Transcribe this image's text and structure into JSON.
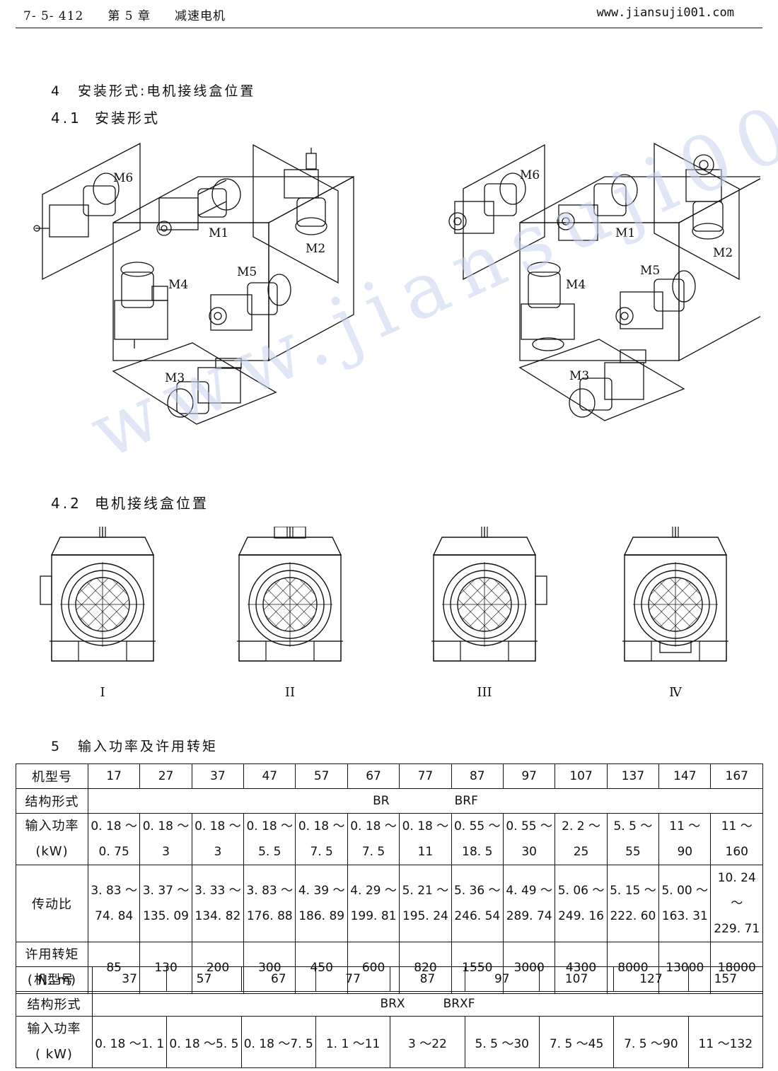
{
  "header": {
    "page_no": "7- 5- 412",
    "chapter": "第 5 章",
    "chapter_title": "减速电机",
    "site": "www.jiansuji001.com"
  },
  "section4": {
    "num": "4",
    "title": "安装形式:电机接线盒位置"
  },
  "section41": {
    "num": "4.1",
    "title": "安装形式"
  },
  "positions": {
    "m1": "M1",
    "m2": "M2",
    "m3": "M3",
    "m4": "M4",
    "m5": "M5",
    "m6": "M6"
  },
  "section42": {
    "num": "4.2",
    "title": "电机接线盒位置"
  },
  "terminal_positions": [
    "I",
    "II",
    "III",
    "Ⅳ"
  ],
  "watermark": "www.jiansuji001.com",
  "section5": {
    "num": "5",
    "title": "输入功率及许用转矩"
  },
  "table1": {
    "row_labels": {
      "model": "机型号",
      "structure": "结构形式",
      "power_1": "输入功率",
      "power_2": "(kW)",
      "ratio": "传动比",
      "torque_1": "许用转矩",
      "torque_2": "( N. m)"
    },
    "models": [
      "17",
      "27",
      "37",
      "47",
      "57",
      "67",
      "77",
      "87",
      "97",
      "107",
      "137",
      "147",
      "167"
    ],
    "structure_a": "BR",
    "structure_b": "BRF",
    "power_min": [
      "0. 18 ～",
      "0. 18 ～",
      "0. 18 ～",
      "0. 18 ～",
      "0. 18 ～",
      "0. 18 ～",
      "0. 18 ～",
      "0. 55 ～",
      "0. 55 ～",
      "2. 2 ～",
      "5. 5 ～",
      "11 ～",
      "11 ～"
    ],
    "power_max": [
      "0. 75",
      "3",
      "3",
      "5. 5",
      "7. 5",
      "7. 5",
      "11",
      "18. 5",
      "30",
      "25",
      "55",
      "90",
      "160"
    ],
    "ratio_min": [
      "3. 83 ～",
      "3. 37 ～",
      "3. 33 ～",
      "3. 83 ～",
      "4. 39 ～",
      "4. 29 ～",
      "5. 21 ～",
      "5. 36 ～",
      "4. 49 ～",
      "5. 06 ～",
      "5. 15 ～",
      "5. 00 ～",
      "10. 24 ～"
    ],
    "ratio_max": [
      "74. 84",
      "135. 09",
      "134. 82",
      "176. 88",
      "186. 89",
      "199. 81",
      "195. 24",
      "246. 54",
      "289. 74",
      "249. 16",
      "222. 60",
      "163. 31",
      "229. 71"
    ],
    "torque": [
      "85",
      "130",
      "200",
      "300",
      "450",
      "600",
      "820",
      "1550",
      "3000",
      "4300",
      "8000",
      "13000",
      "18000"
    ]
  },
  "table2": {
    "row_labels": {
      "model": "机型号",
      "structure": "结构形式",
      "power_1": "输入功率",
      "power_2": "( kW)"
    },
    "models": [
      "37",
      "57",
      "67",
      "77",
      "87",
      "97",
      "107",
      "127",
      "157"
    ],
    "structure_a": "BRX",
    "structure_b": "BRXF",
    "power": [
      "0. 18 ～1. 1",
      "0. 18 ～5. 5",
      "0. 18 ～7. 5",
      "1. 1 ～11",
      "3 ～22",
      "5. 5 ～30",
      "7. 5 ～45",
      "7. 5 ～90",
      "11 ～132"
    ]
  }
}
